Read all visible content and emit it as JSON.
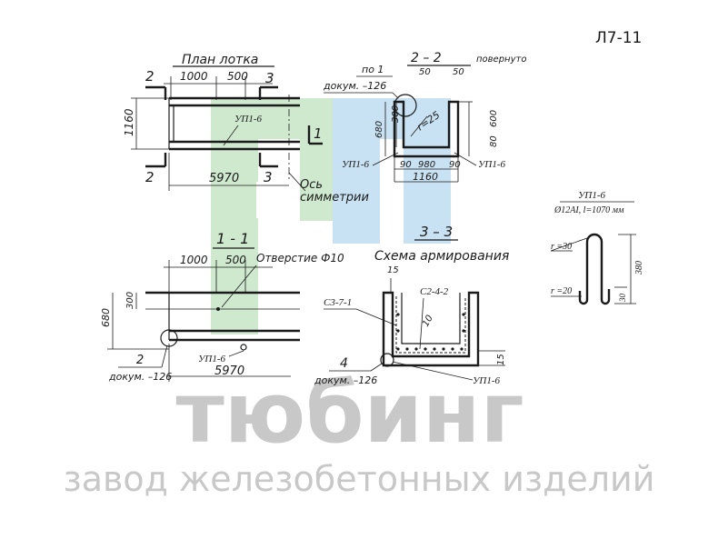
{
  "sheet_code": "Л7-11",
  "watermark": {
    "brand": "тюбинг",
    "tagline": "завод железобетонных изделий",
    "colors": {
      "green": "#cfe9cf",
      "blue": "#c9e2f3",
      "gray": "#c8c8c8"
    }
  },
  "plan": {
    "title": "План лотка",
    "dim_1000": "1000",
    "dim_500": "500",
    "dim_1160": "1160",
    "dim_5970": "5970",
    "mark_2": "2",
    "mark_3": "3",
    "mark_1": "1",
    "up_label": "УП1-6",
    "axis_label_1": "Ось",
    "axis_label_2": "симметрии"
  },
  "section22": {
    "title": "2 – 2",
    "subtitle": "повернуто",
    "ref_po": "по 1",
    "ref_doc": "докум. –126",
    "dim_50a": "50",
    "dim_50b": "50",
    "dim_300": "300",
    "dim_680": "680",
    "dim_600": "600",
    "dim_80": "80",
    "radius": "r=25",
    "dim_90a": "90",
    "dim_980": "980",
    "dim_90b": "90",
    "dim_1160": "1160",
    "up_left": "УП1-6",
    "up_right": "УП1-6"
  },
  "section11": {
    "title": "1 - 1",
    "dim_1000": "1000",
    "dim_500": "500",
    "hole_label": "Отверстие Ф10",
    "dim_300": "300",
    "dim_680": "680",
    "dim_5970": "5970",
    "up_label": "УП1-6",
    "ref_2": "2",
    "ref_doc": "докум. –126"
  },
  "section33": {
    "title": "3 – 3",
    "subtitle": "Схема армирования",
    "dim_15a": "15",
    "dim_15b": "15",
    "dim_10": "10",
    "c371": "С3-7-1",
    "c242": "С2-4-2",
    "up_label": "УП1-6",
    "ref_4": "4",
    "ref_doc": "докум. –126"
  },
  "detail": {
    "title": "УП1-6",
    "spec": "Ø12AI, l=1070 мм",
    "r30": "r =30",
    "r20": "r =20",
    "dim_380": "380",
    "dim_30": "30"
  }
}
